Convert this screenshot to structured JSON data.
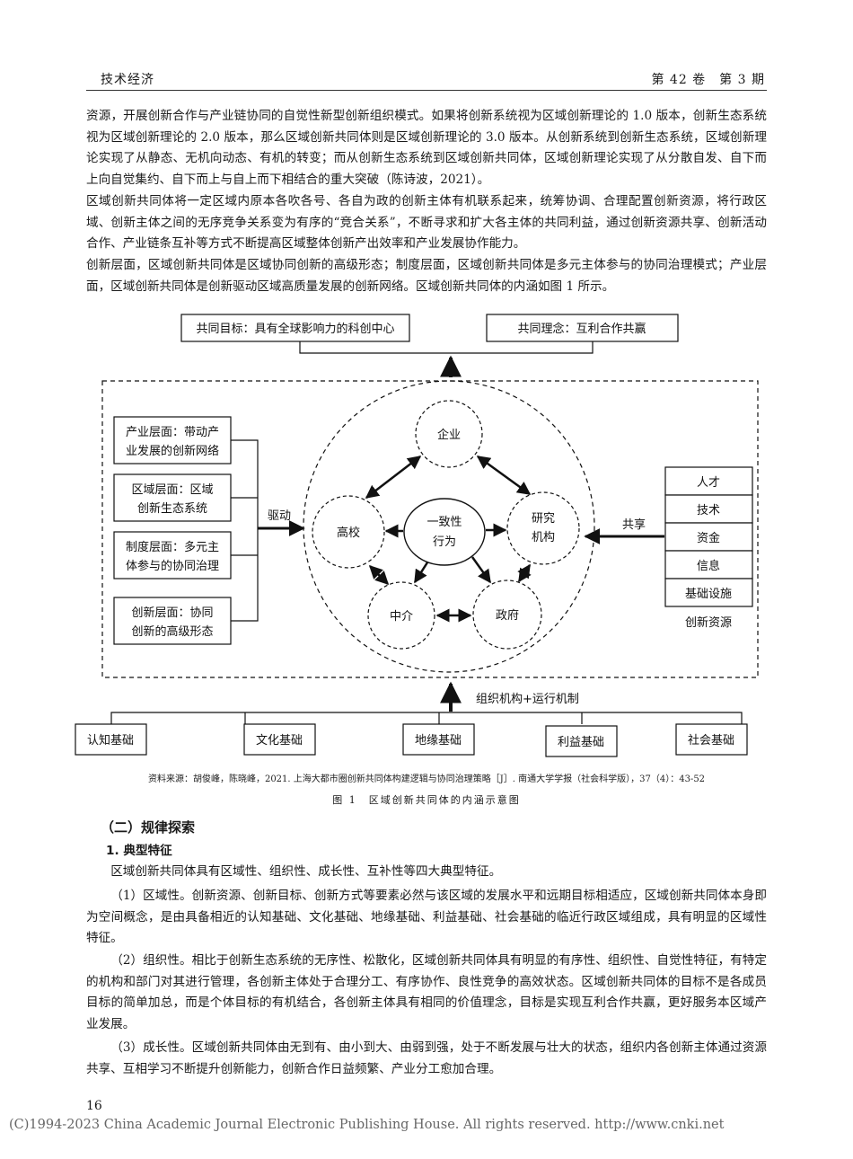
{
  "header": {
    "left": "技术经济",
    "right": "第 42 卷　第 3 期"
  },
  "paragraphs": {
    "p1": "资源，开展创新合作与产业链协同的自觉性新型创新组织模式。如果将创新系统视为区域创新理论的 1.0 版本，创新生态系统视为区域创新理论的 2.0 版本，那么区域创新共同体则是区域创新理论的 3.0 版本。从创新系统到创新生态系统，区域创新理论实现了从静态、无机向动态、有机的转变；而从创新生态系统到区域创新共同体，区域创新理论实现了从分散自发、自下而上向自觉集约、自下而上与自上而下相结合的重大突破（陈诗波，2021）。",
    "p2": "区域创新共同体将一定区域内原本各吹各号、各自为政的创新主体有机联系起来，统筹协调、合理配置创新资源，将行政区域、创新主体之间的无序竞争关系变为有序的“竞合关系”，不断寻求和扩大各主体的共同利益，通过创新资源共享、创新活动合作、产业链条互补等方式不断提高区域整体创新产出效率和产业发展协作能力。",
    "p3": "创新层面，区域创新共同体是区域协同创新的高级形态；制度层面，区域创新共同体是多元主体参与的协同治理模式；产业层面，区域创新共同体是创新驱动区域高质量发展的创新网络。区域创新共同体的内涵如图 1 所示。"
  },
  "figure": {
    "goal": "共同目标：具有全球影响力的科创中心",
    "concept": "共同理念：互利合作共赢",
    "levels": [
      "产业层面：带动产",
      "业发展的创新网络",
      "区域层面：区域",
      "创新生态系统",
      "制度层面：多元主",
      "体参与的协同治理",
      "创新层面：协同",
      "创新的高级形态"
    ],
    "drive_label": "驱动",
    "center_top": "一致性",
    "center_bottom": "行为",
    "nodes": {
      "enterprise": "企业",
      "university": "高校",
      "research_top": "研究",
      "research_bottom": "机构",
      "intermediary": "中介",
      "government": "政府"
    },
    "share_label": "共享",
    "resources": [
      "人才",
      "技术",
      "资金",
      "信息",
      "基础设施"
    ],
    "resources_label": "创新资源",
    "mechanism_label": "组织机构+运行机制",
    "foundations": [
      "认知基础",
      "文化基础",
      "地缘基础",
      "利益基础",
      "社会基础"
    ]
  },
  "source": "资料来源：胡俊峰，陈晓峰，2021. 上海大都市圈创新共同体构建逻辑与协同治理策略［J］. 南通大学学报（社会科学版），37（4）：43-52",
  "caption": "图 1　区域创新共同体的内涵示意图",
  "section": {
    "title": "（二）规律探索",
    "subtitle": "1. 典型特征"
  },
  "body": {
    "b1": "区域创新共同体具有区域性、组织性、成长性、互补性等四大典型特征。",
    "b2": "（1）区域性。创新资源、创新目标、创新方式等要素必然与该区域的发展水平和远期目标相适应，区域创新共同体本身即为空间概念，是由具备相近的认知基础、文化基础、地缘基础、利益基础、社会基础的临近行政区域组成，具有明显的区域性特征。",
    "b3": "（2）组织性。相比于创新生态系统的无序性、松散化，区域创新共同体具有明显的有序性、组织性、自觉性特征，有特定的机构和部门对其进行管理，各创新主体处于合理分工、有序协作、良性竞争的高效状态。区域创新共同体的目标不是各成员目标的简单加总，而是个体目标的有机结合，各创新主体具有相同的价值理念，目标是实现互利合作共赢，更好服务本区域产业发展。",
    "b4": "（3）成长性。区域创新共同体由无到有、由小到大、由弱到强，处于不断发展与壮大的状态，组织内各创新主体通过资源共享、互相学习不断提升创新能力，创新合作日益频繁、产业分工愈加合理。"
  },
  "footer": {
    "page_number": "16",
    "copyright": "(C)1994-2023 China Academic Journal Electronic Publishing House. All rights reserved.    http://www.cnki.net"
  }
}
